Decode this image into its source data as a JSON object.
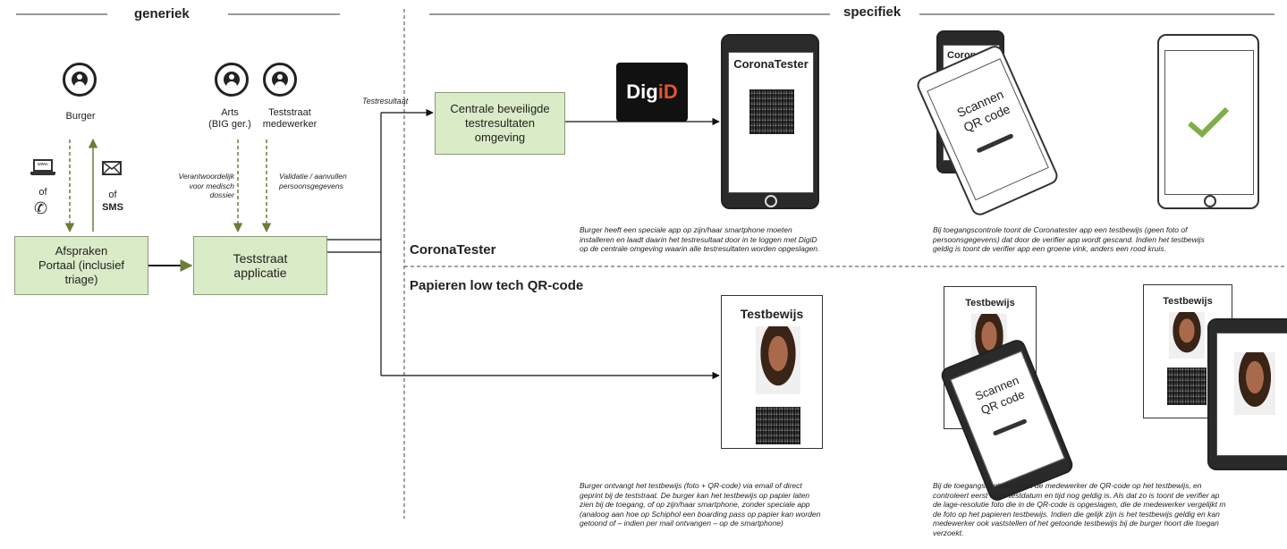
{
  "sections": {
    "generic": "generiek",
    "specific": "specifiek"
  },
  "actors": {
    "burger": "Burger",
    "arts_line1": "Arts",
    "arts_line2": "(BIG ger.)",
    "teststraat_line1": "Teststraat",
    "teststraat_line2": "medewerker"
  },
  "channels": {
    "of_left": "of",
    "of_right": "of",
    "sms": "SMS",
    "laptop_text": "www."
  },
  "notes": {
    "verantwoordelijk": [
      "Verantwoordelijk",
      "voor medisch",
      "dossier"
    ],
    "validatie": [
      "Validatie / aanvullen",
      "persoonsgegevens"
    ],
    "testresultaat": "Testresultaat"
  },
  "boxes": {
    "afspraken": [
      "Afspraken",
      "Portaal (inclusief",
      "triage)"
    ],
    "teststraat": [
      "Teststraat",
      "applicatie"
    ],
    "centrale": [
      "Centrale beveiligde",
      "testresultaten",
      "omgeving"
    ]
  },
  "digid": {
    "part1": "Dig",
    "part2": "iD"
  },
  "coronatester": {
    "app_title": "CoronaTester",
    "lane_label": "CoronaTester",
    "scan_title_partial": "Coron",
    "scan_line1": "Scannen",
    "scan_line2": "QR code",
    "desc1": [
      "Burger heeft een speciale app op zijn/haar smartphone moeten",
      "installeren en laadt daarin het testresultaat door in te loggen met DigiD",
      "op de centrale omgeving waarin alle testresultaten worden opgeslagen."
    ],
    "desc2": [
      "Bij toegangscontrole toont de Coronatester app een testbewijs (geen foto of",
      "persoonsgegevens) dat door de verifier app wordt gescand. Indien het testbewijs",
      "geldig is toont de verifier app een groene vink, anders een rood kruis."
    ]
  },
  "paper": {
    "lane_label": "Papieren low tech QR-code",
    "card_title": "Testbewijs",
    "card_title_small1": "Testbewijs",
    "card_title_small2": "Testbewijs",
    "scan_line1": "Scannen",
    "scan_line2": "QR code",
    "desc1": [
      "Burger ontvangt het testbewijs (foto + QR-code) via email of direct",
      "geprint bij de teststraat. De burger kan het testbewijs op papier laten",
      "zien bij de toegang, of op zijn/haar smartphone, zonder speciale app",
      "(analoog aan hoe op Schiphol een boarding pass op papier kan worden",
      "getoond of – indien per mail ontvangen – op de smartphone)"
    ],
    "desc2": [
      "Bij de toegangscontrole scant de medewerker de QR-code op het testbewijs, en",
      "controleert eerst of de testdatum en tijd nog geldig is. Als dat zo is toont de verifier ap",
      "de lage-resolutie foto die in de QR-code is opgeslagen, die de medewerker vergelijkt m",
      "de foto op het papieren testbewijs. Indien die gelijk zijn is het testbewijs geldig en kan",
      "medewerker ook vaststellen of het getoonde testbewijs bij de burger hoort die toegan",
      "verzoekt."
    ]
  },
  "colors": {
    "box_fill": "#d9ebc7",
    "arrow_green": "#6b7d3a",
    "check_green": "#7fae4a",
    "digid_red": "#e2542d"
  }
}
